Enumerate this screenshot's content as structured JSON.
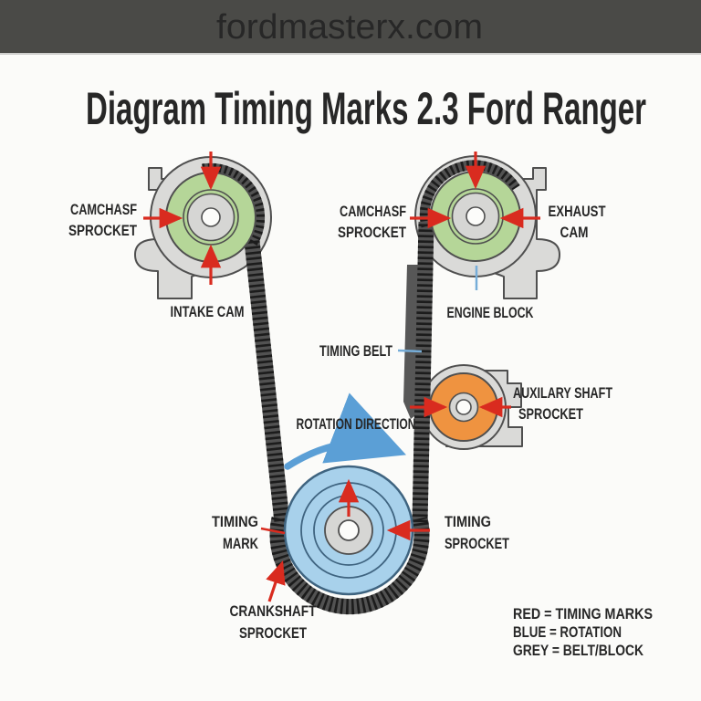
{
  "header": {
    "site_name": "fordmasterx.com"
  },
  "title": "Diagram Timing Marks 2.3 Ford Ranger",
  "diagram": {
    "labels": {
      "left_cam_line1": "CAMCHASF",
      "left_cam_line2": "SPROCKET",
      "intake_cam": "INTAKE CAM",
      "mid_cam_line1": "CAMCHASF",
      "mid_cam_line2": "SPROCKET",
      "exhaust_cam_line1": "EXHAUST",
      "exhaust_cam_line2": "CAM",
      "engine_block": "ENGINE BLOCK",
      "timing_belt": "TIMING BELT",
      "aux_shaft_line1": "AUXILARY SHAFT",
      "aux_shaft_line2": "SPROCKET",
      "rotation_direction": "ROTATION DIRECTION",
      "timing_mark_line1": "TIMING",
      "timing_mark_line2": "MARK",
      "timing_sprocket_line1": "TIMING",
      "timing_sprocket_line2": "SPROCKET",
      "crankshaft_line1": "CRANKSHAFT",
      "crankshaft_line2": "SPROCKET"
    },
    "legend": {
      "line1": "RED = TIMING MARKS",
      "line2": "BLUE = ROTATION",
      "line3": "GREY = BELT/BLOCK"
    },
    "colors": {
      "timing_marks_red": "#d92b1f",
      "rotation_blue": "#5b9fd6",
      "belt_grey": "#525252",
      "cam_sprocket_green": "#b5d698",
      "aux_sprocket_orange": "#ef9340",
      "crank_sprocket_blue": "#a8d1eb",
      "header_bar": "#4a4a47"
    }
  }
}
